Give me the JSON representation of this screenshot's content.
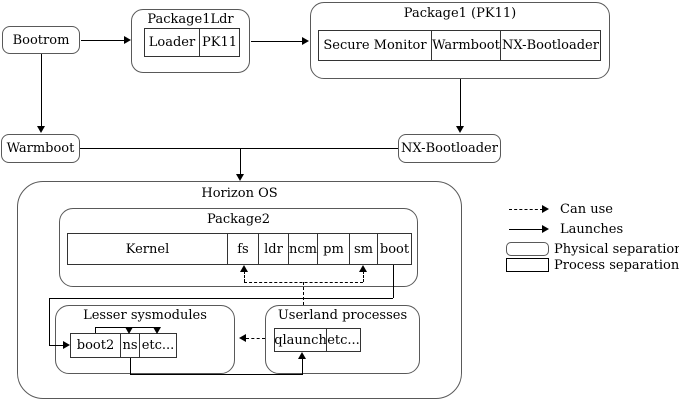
{
  "colors": {
    "background": "#ffffff",
    "line": "#000000",
    "rounded_box_border": "#595959",
    "cell_border": "#333333"
  },
  "nodes": {
    "bootrom": "Bootrom",
    "package1ldr": {
      "title": "Package1Ldr",
      "loader": "Loader",
      "pk11": "PK11"
    },
    "package1": {
      "title": "Package1 (PK11)",
      "secure_monitor": "Secure Monitor",
      "warmboot": "Warmboot",
      "nx_bootloader": "NX-Bootloader"
    },
    "warmboot": "Warmboot",
    "nx_bootloader": "NX-Bootloader",
    "horizon_os": {
      "title": "Horizon OS",
      "package2": {
        "title": "Package2",
        "kernel": "Kernel",
        "fs": "fs",
        "ldr": "ldr",
        "ncm": "ncm",
        "pm": "pm",
        "sm": "sm",
        "boot": "boot"
      },
      "lesser_sysmodules": {
        "title": "Lesser sysmodules",
        "boot2": "boot2",
        "ns": "ns",
        "etc": "etc..."
      },
      "userland_processes": {
        "title": "Userland processes",
        "qlaunch": "qlaunch",
        "etc": "etc..."
      }
    }
  },
  "legend": {
    "can_use": "Can use",
    "launches": "Launches",
    "physical_separation": "Physical separation",
    "process_separation": "Process separation"
  }
}
